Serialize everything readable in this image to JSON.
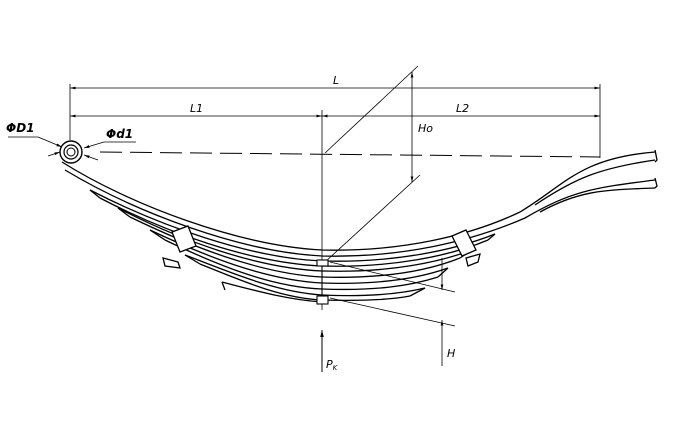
{
  "labels": {
    "overall_length": "L",
    "length_front": "L1",
    "length_rear": "L2",
    "free_camber": "Ho",
    "loaded_camber": "H",
    "eye_outer_diameter": "ΦD1",
    "eye_inner_diameter": "Φd1",
    "load": "P",
    "load_subscript": "K"
  },
  "colors": {
    "line": "#000000",
    "background": "#ffffff"
  }
}
